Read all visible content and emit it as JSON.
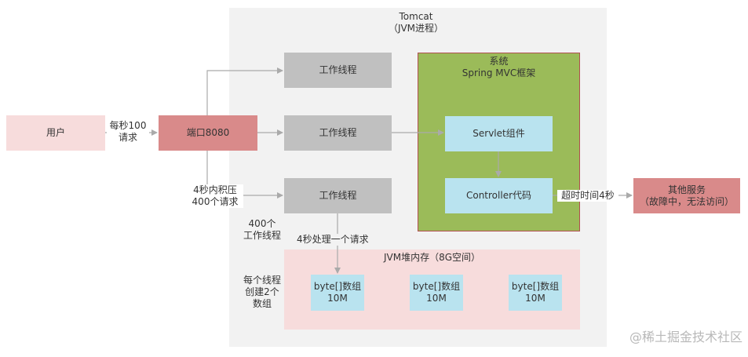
{
  "tomcat": {
    "title": "Tomcat",
    "subtitle": "（JVM进程）"
  },
  "user": {
    "label": "用户"
  },
  "request_rate": {
    "line1": "每秒100",
    "line2": "请求"
  },
  "port": {
    "label": "端口8080"
  },
  "backlog": {
    "line1": "4秒内积压",
    "line2": "400个请求"
  },
  "threads": {
    "t1": "工作线程",
    "t2": "工作线程",
    "t3": "工作线程",
    "count_line1": "400个",
    "count_line2": "工作线程",
    "process_note": "4秒处理一个请求"
  },
  "system": {
    "line1": "系统",
    "line2": "Spring MVC框架",
    "servlet": "Servlet组件",
    "controller": "Controller代码"
  },
  "timeout": {
    "label": "超时时间4秒"
  },
  "other_service": {
    "line1": "其他服务",
    "line2": "（故障中，无法访问）"
  },
  "heap": {
    "title": "JVM堆内存（8G空间）",
    "note_line1": "每个线程",
    "note_line2": "创建2个",
    "note_line3": "数组",
    "arrays": [
      {
        "line1": "byte[]数组",
        "line2": "10M"
      },
      {
        "line1": "byte[]数组",
        "line2": "10M"
      },
      {
        "line1": "byte[]数组",
        "line2": "10M"
      }
    ]
  },
  "watermark": "@稀土掘金技术社区",
  "colors": {
    "tomcat_bg": "#f2f2f2",
    "thread_gray": "#c0c0c0",
    "user_pink": "#f7dcdc",
    "port_red": "#d98a8a",
    "system_green": "#9bbb59",
    "component_cyan": "#b9e3ef"
  }
}
